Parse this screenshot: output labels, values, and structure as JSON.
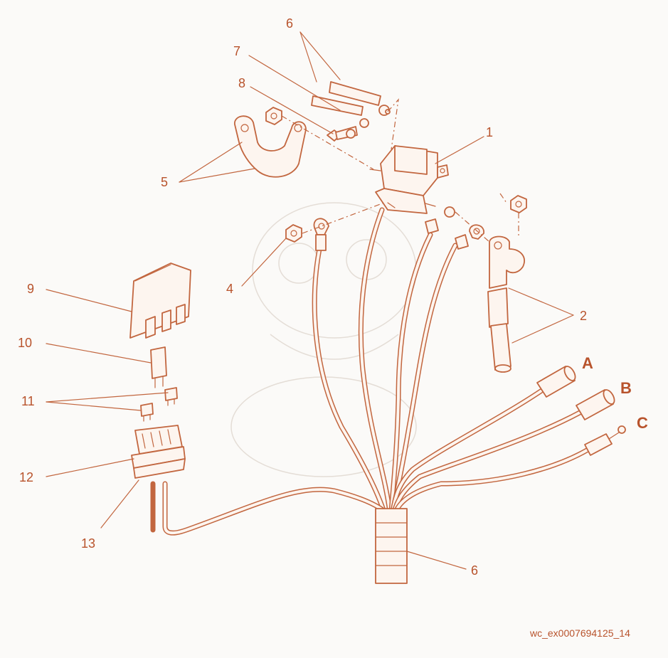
{
  "callouts": {
    "c1": "1",
    "c2": "2",
    "c4": "4",
    "c5": "5",
    "c6_top": "6",
    "c6_bottom": "6",
    "c7": "7",
    "c8": "8",
    "c9": "9",
    "c10": "10",
    "c11": "11",
    "c12": "12",
    "c13": "13"
  },
  "connectors": {
    "a": "A",
    "b": "B",
    "c": "C"
  },
  "image_code": "wc_ex0007694125_14",
  "colors": {
    "line": "#c2663f",
    "text": "#b8532c",
    "background": "#fbfaf8"
  }
}
